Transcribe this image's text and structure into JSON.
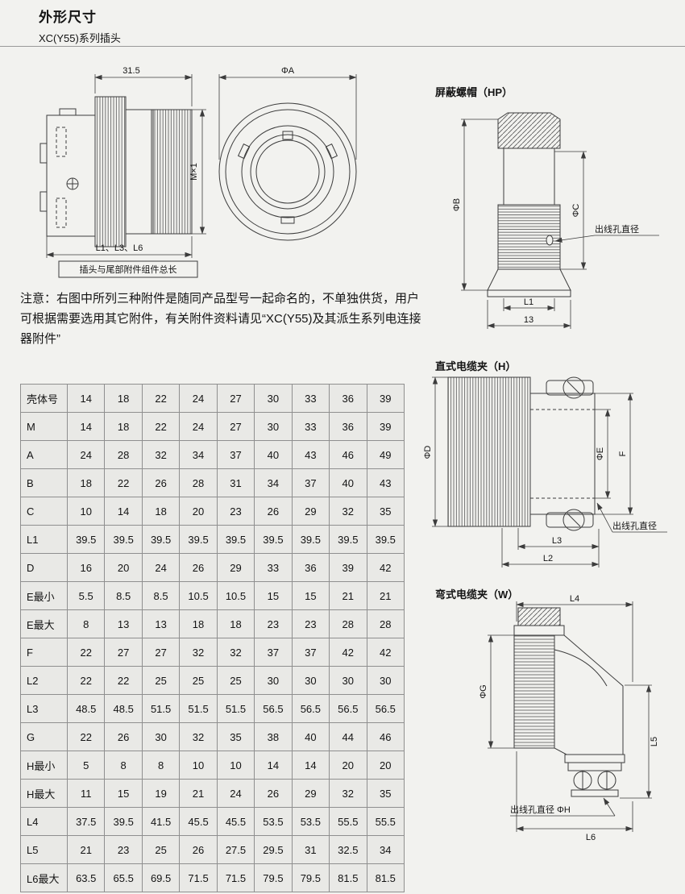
{
  "page": {
    "title": "外形尺寸",
    "subtitle": "XC(Y55)系列插头",
    "note": "注意：右图中所列三种附件是随同产品型号一起命名的，不单独供货，用户可根据需要选用其它附件，有关附件资料请见“XC(Y55)及其派生系列电连接器附件”"
  },
  "drawings": {
    "plug_side": {
      "dim_length": "31.5",
      "thread": "M×1",
      "dims_total": "L1、L3、L6",
      "caption": "插头与尾部附件组件总长"
    },
    "plug_front": {
      "dim_a": "ΦA"
    },
    "shield_cap": {
      "title": "屏蔽螺帽（HP）",
      "dim_b": "ΦB",
      "dim_c": "ΦC",
      "outlet": "出线孔直径",
      "dim_l1": "L1",
      "dim_13": "13"
    },
    "straight_clamp": {
      "title": "直式电缆夹（H）",
      "dim_d": "ΦD",
      "dim_e": "ΦE",
      "dim_f": "F",
      "outlet": "出线孔直径",
      "dim_l3": "L3",
      "dim_l2": "L2"
    },
    "angle_clamp": {
      "title": "弯式电缆夹（W）",
      "dim_l4": "L4",
      "dim_g": "ΦG",
      "dim_l5": "L5",
      "outlet": "出线孔直径 ΦH",
      "dim_l6": "L6"
    }
  },
  "table": {
    "rows": [
      {
        "label": "壳体号",
        "values": [
          "14",
          "18",
          "22",
          "24",
          "27",
          "30",
          "33",
          "36",
          "39"
        ]
      },
      {
        "label": "M",
        "values": [
          "14",
          "18",
          "22",
          "24",
          "27",
          "30",
          "33",
          "36",
          "39"
        ]
      },
      {
        "label": "A",
        "values": [
          "24",
          "28",
          "32",
          "34",
          "37",
          "40",
          "43",
          "46",
          "49"
        ]
      },
      {
        "label": "B",
        "values": [
          "18",
          "22",
          "26",
          "28",
          "31",
          "34",
          "37",
          "40",
          "43"
        ]
      },
      {
        "label": "C",
        "values": [
          "10",
          "14",
          "18",
          "20",
          "23",
          "26",
          "29",
          "32",
          "35"
        ]
      },
      {
        "label": "L1",
        "values": [
          "39.5",
          "39.5",
          "39.5",
          "39.5",
          "39.5",
          "39.5",
          "39.5",
          "39.5",
          "39.5"
        ]
      },
      {
        "label": "D",
        "values": [
          "16",
          "20",
          "24",
          "26",
          "29",
          "33",
          "36",
          "39",
          "42"
        ]
      },
      {
        "label": "E最小",
        "values": [
          "5.5",
          "8.5",
          "8.5",
          "10.5",
          "10.5",
          "15",
          "15",
          "21",
          "21"
        ]
      },
      {
        "label": "E最大",
        "values": [
          "8",
          "13",
          "13",
          "18",
          "18",
          "23",
          "23",
          "28",
          "28"
        ]
      },
      {
        "label": "F",
        "values": [
          "22",
          "27",
          "27",
          "32",
          "32",
          "37",
          "37",
          "42",
          "42"
        ]
      },
      {
        "label": "L2",
        "values": [
          "22",
          "22",
          "25",
          "25",
          "25",
          "30",
          "30",
          "30",
          "30"
        ]
      },
      {
        "label": "L3",
        "values": [
          "48.5",
          "48.5",
          "51.5",
          "51.5",
          "51.5",
          "56.5",
          "56.5",
          "56.5",
          "56.5"
        ]
      },
      {
        "label": "G",
        "values": [
          "22",
          "26",
          "30",
          "32",
          "35",
          "38",
          "40",
          "44",
          "46"
        ]
      },
      {
        "label": "H最小",
        "values": [
          "5",
          "8",
          "8",
          "10",
          "10",
          "14",
          "14",
          "20",
          "20"
        ]
      },
      {
        "label": "H最大",
        "values": [
          "11",
          "15",
          "19",
          "21",
          "24",
          "26",
          "29",
          "32",
          "35"
        ]
      },
      {
        "label": "L4",
        "values": [
          "37.5",
          "39.5",
          "41.5",
          "45.5",
          "45.5",
          "53.5",
          "53.5",
          "55.5",
          "55.5"
        ]
      },
      {
        "label": "L5",
        "values": [
          "21",
          "23",
          "25",
          "26",
          "27.5",
          "29.5",
          "31",
          "32.5",
          "34"
        ]
      },
      {
        "label": "L6最大",
        "values": [
          "63.5",
          "65.5",
          "69.5",
          "71.5",
          "71.5",
          "79.5",
          "79.5",
          "81.5",
          "81.5"
        ]
      }
    ]
  }
}
